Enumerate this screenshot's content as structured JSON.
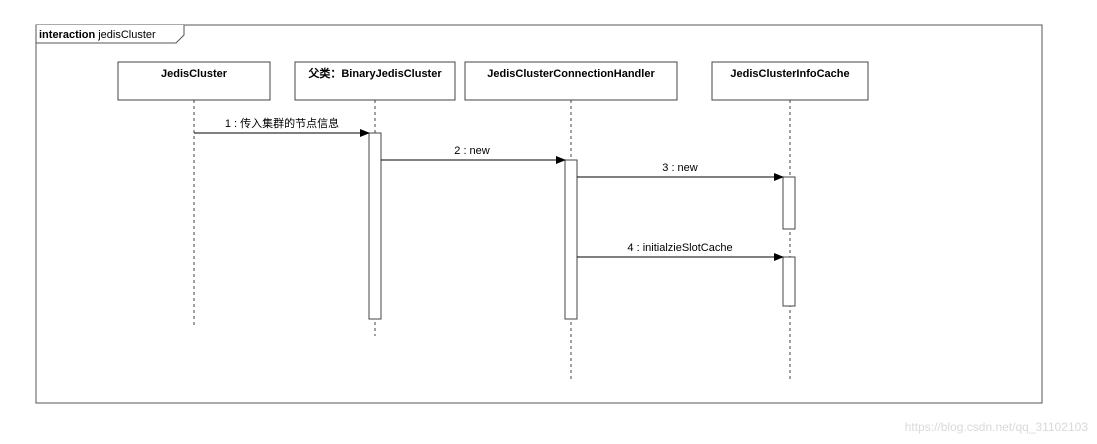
{
  "frame": {
    "keyword": "interaction",
    "name": "jedisCluster"
  },
  "lifelines": [
    {
      "id": "jc",
      "label": "JedisCluster"
    },
    {
      "id": "bjc",
      "label": "父类：BinaryJedisCluster"
    },
    {
      "id": "jcch",
      "label": "JedisClusterConnectionHandler"
    },
    {
      "id": "jcic",
      "label": "JedisClusterInfoCache"
    }
  ],
  "messages": [
    {
      "from": "jc",
      "to": "bjc",
      "label": "1 : 传入集群的节点信息"
    },
    {
      "from": "bjc",
      "to": "jcch",
      "label": "2 : new"
    },
    {
      "from": "jcch",
      "to": "jcic",
      "label": "3 : new"
    },
    {
      "from": "jcch",
      "to": "jcic",
      "label": "4 : initialzieSlotCache"
    }
  ],
  "watermark": "https://blog.csdn.net/qq_31102103"
}
